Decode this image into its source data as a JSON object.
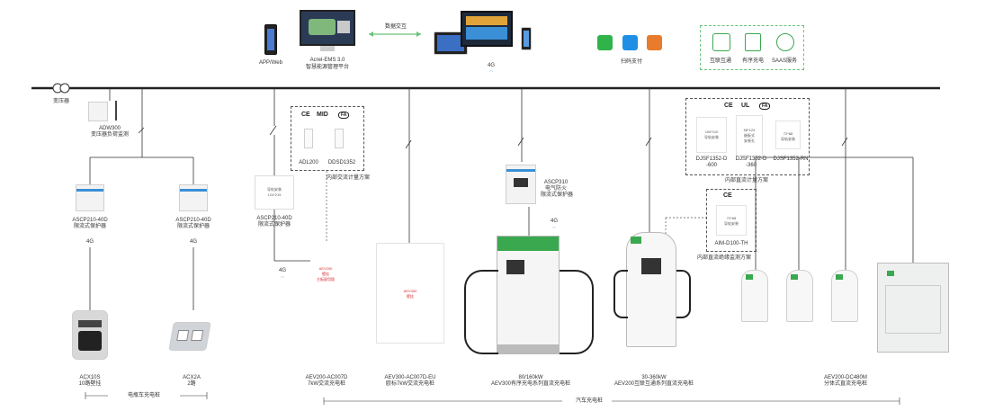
{
  "top": {
    "app_web": "APP/Web",
    "ems_name": "Acrel-EMS 3.0",
    "ems_desc": "智慧能源管理平台",
    "data_exchange": "数据交互",
    "signal_4g": "4G",
    "scan_pay": "扫码支付",
    "services": [
      "互联互通",
      "有序充电",
      "SAAS服务"
    ]
  },
  "grid": {
    "transformer": "变压器",
    "adw_model": "ADW300",
    "adw_desc": "变压器负荷监测"
  },
  "ebike": {
    "prot1_model": "ASCP210-40D",
    "prot1_desc": "限流式保护器",
    "prot2_model": "ASCP210-40D",
    "prot2_desc": "限流式保护器",
    "signal1": "4G",
    "signal2": "4G",
    "pile1_model": "ACX10S",
    "pile1_desc": "10路壁挂",
    "pile2_model": "ACX2A",
    "pile2_desc": "2路",
    "group_label": "电瓶车充电桩"
  },
  "ac": {
    "prot_model": "ASCP210-40D",
    "prot_desc": "限流式保护器",
    "prot_note1": "导轨安装",
    "prot_note2": "124*215",
    "signal": "4G",
    "certs": [
      "CE",
      "MID",
      "FA"
    ],
    "meter1": "ADL200",
    "meter2": "DDSD1352",
    "metering_scheme": "内部交流计量方案",
    "pile_note1": "AEV200",
    "pile_note2": "壁挂",
    "pile_note3": "主板屏用版",
    "pile1_model": "AEV200-AC007D",
    "pile1_desc": "7kW交流充电桩",
    "pile2_note1": "AEV300",
    "pile2_note2": "壁挂",
    "pile2_model": "AEV300-AC007D-EU",
    "pile2_desc": "欧标7kW交流充电桩"
  },
  "dc": {
    "fire_model": "ASCP310",
    "fire_desc1": "电气防火",
    "fire_desc2": "限流式保护器",
    "signal": "4G",
    "certs": [
      "CE",
      "UL",
      "FA"
    ],
    "meter1_note": [
      "105*110",
      "导轨安装"
    ],
    "meter2_note": [
      "58*124",
      "嵌板式",
      "安装孔"
    ],
    "meter3_note": [
      "72*88",
      "导轨安装"
    ],
    "meter1": "DJSF1352-D",
    "meter1b": "-600",
    "meter2": "DJSF1352-D",
    "meter2b": "-360",
    "meter3": "DJSF1352-RN",
    "metering_scheme": "内部直流计量方案",
    "insul_cert": "CE",
    "insul_note": [
      "72*68",
      "导轨安装"
    ],
    "insul_model": "AIM-D100-TH",
    "insul_scheme": "内部直流绝缘监测方案",
    "pile1_model": "80/160kW",
    "pile1_desc": "AEV300有序充电系列直流充电桩",
    "pile2_model": "30-360kW",
    "pile2_desc": "AEV200互联互通系列直流充电桩",
    "pile3_model": "AEV200-DC480M",
    "pile3_desc": "分体式直流充电桩",
    "group_label": "汽车充电桩"
  }
}
